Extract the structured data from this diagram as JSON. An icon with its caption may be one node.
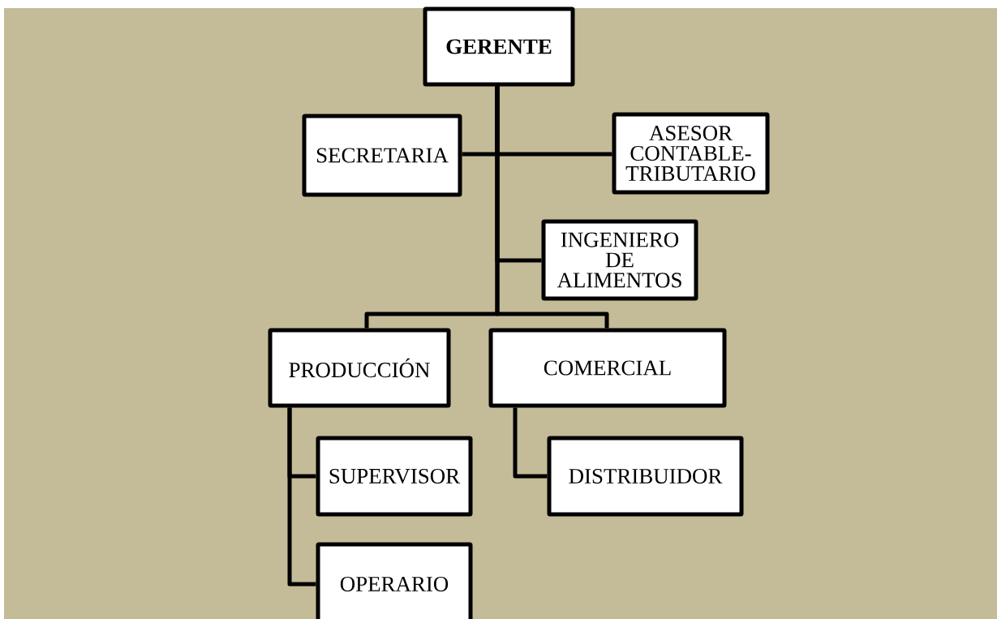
{
  "diagram": {
    "nodes": [
      {
        "text": [
          "GERENTE"
        ]
      },
      {
        "text": [
          "SECRETARIA"
        ]
      },
      {
        "text": [
          "ASESOR CONTABLE-TRIBUTARIO"
        ]
      },
      {
        "text": [
          "INGENIERO DE ALIMENTOS"
        ]
      },
      {
        "text": [
          "PRODUCCIÓN"
        ]
      },
      {
        "text": [
          "COMERCIAL"
        ]
      },
      {
        "text": [
          "SUPERVISOR"
        ]
      },
      {
        "text": [
          "DISTRIBUIDOR"
        ]
      },
      {
        "text": [
          "OPERARIO"
        ]
      }
    ],
    "edges": [
      {
        "from": 0,
        "to": 1,
        "arrow": "none"
      },
      {
        "from": 0,
        "to": 2,
        "arrow": "none"
      },
      {
        "from": 0,
        "to": 3,
        "arrow": "none"
      },
      {
        "from": 0,
        "to": 4,
        "arrow": "none"
      },
      {
        "from": 0,
        "to": 5,
        "arrow": "none"
      },
      {
        "from": 4,
        "to": 6,
        "arrow": "none"
      },
      {
        "from": 4,
        "to": 8,
        "arrow": "none"
      },
      {
        "from": 5,
        "to": 7,
        "arrow": "none"
      }
    ]
  }
}
